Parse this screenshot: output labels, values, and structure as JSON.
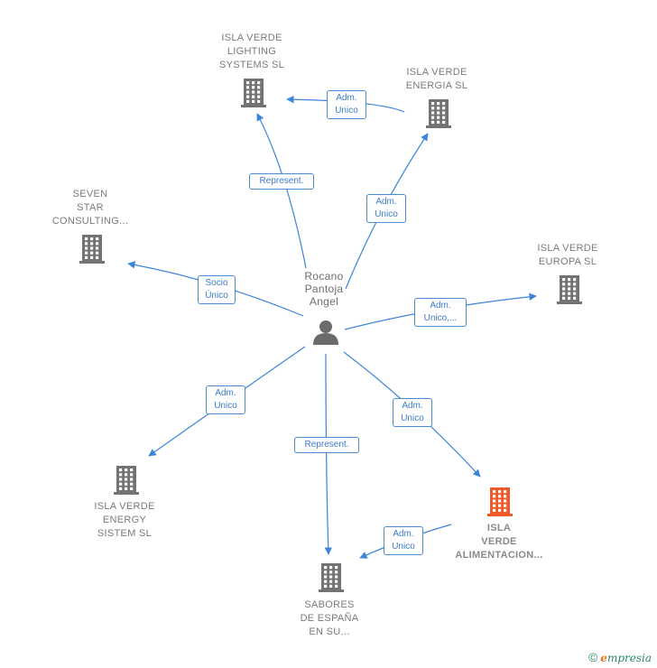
{
  "colors": {
    "edge": "#3d85d9",
    "building": "#737373",
    "building_highlight": "#f05a28",
    "label_text": "#7a7a7a",
    "edge_label_text": "#3d7cc9"
  },
  "person": {
    "name": "Rocano\nPantoja\nAngel",
    "icon": "person-icon"
  },
  "nodes": [
    {
      "id": "lighting",
      "name": "ISLA VERDE\nLIGHTING\nSYSTEMS  SL",
      "icon": "building-icon"
    },
    {
      "id": "energia",
      "name": "ISLA VERDE\nENERGIA SL",
      "icon": "building-icon"
    },
    {
      "id": "seven",
      "name": "SEVEN\nSTAR\nCONSULTING...",
      "icon": "building-icon"
    },
    {
      "id": "europa",
      "name": "ISLA VERDE\nEUROPA  SL",
      "icon": "building-icon"
    },
    {
      "id": "energy",
      "name": "ISLA VERDE\nENERGY\nSISTEM SL",
      "icon": "building-icon"
    },
    {
      "id": "alimentacion",
      "name": "ISLA\nVERDE\nALIMENTACION...",
      "icon": "building-icon",
      "highlight": true
    },
    {
      "id": "sabores",
      "name": "SABORES\nDE ESPAÑA\nEN SU...",
      "icon": "building-icon"
    }
  ],
  "edges": [
    {
      "from": "energia",
      "to": "lighting",
      "label": "Adm.\nUnico"
    },
    {
      "from": "person",
      "to": "lighting",
      "label": "Represent."
    },
    {
      "from": "person",
      "to": "energia",
      "label": "Adm.\nUnico"
    },
    {
      "from": "person",
      "to": "seven",
      "label": "Socio\nÚnico"
    },
    {
      "from": "person",
      "to": "europa",
      "label": "Adm.\nUnico,..."
    },
    {
      "from": "person",
      "to": "energy",
      "label": "Adm.\nUnico"
    },
    {
      "from": "person",
      "to": "sabores",
      "label": "Represent."
    },
    {
      "from": "person",
      "to": "alimentacion",
      "label": "Adm.\nUnico"
    },
    {
      "from": "alimentacion",
      "to": "sabores",
      "label": "Adm.\nUnico"
    }
  ],
  "footer": {
    "copyright_symbol": "©",
    "brand_first": "e",
    "brand_rest": "mpresia"
  }
}
